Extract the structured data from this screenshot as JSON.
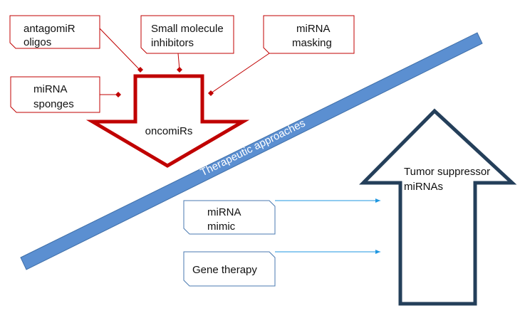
{
  "colors": {
    "band": "#5b8fd1",
    "oncomir_arrow": "#c00000",
    "suppressor_arrow": "#243f5a",
    "blue_box_border": "#4a7ab0",
    "blue_connector": "#1f97e0"
  },
  "band_label": "Therapeutic approaches",
  "oncomirs": {
    "arrow_label": "oncomiRs",
    "boxes": [
      {
        "line1": "antagomiR",
        "line2": "oligos"
      },
      {
        "line1": "Small molecule",
        "line2": "inhibitors"
      },
      {
        "line1": "miRNA",
        "line2": "masking"
      },
      {
        "line1": "miRNA",
        "line2": "sponges"
      }
    ]
  },
  "suppressors": {
    "arrow_label_line1": "Tumor suppressor",
    "arrow_label_line2": "miRNAs",
    "boxes": [
      {
        "line1": "miRNA",
        "line2": "mimic"
      },
      {
        "line1": "Gene therapy"
      }
    ]
  }
}
